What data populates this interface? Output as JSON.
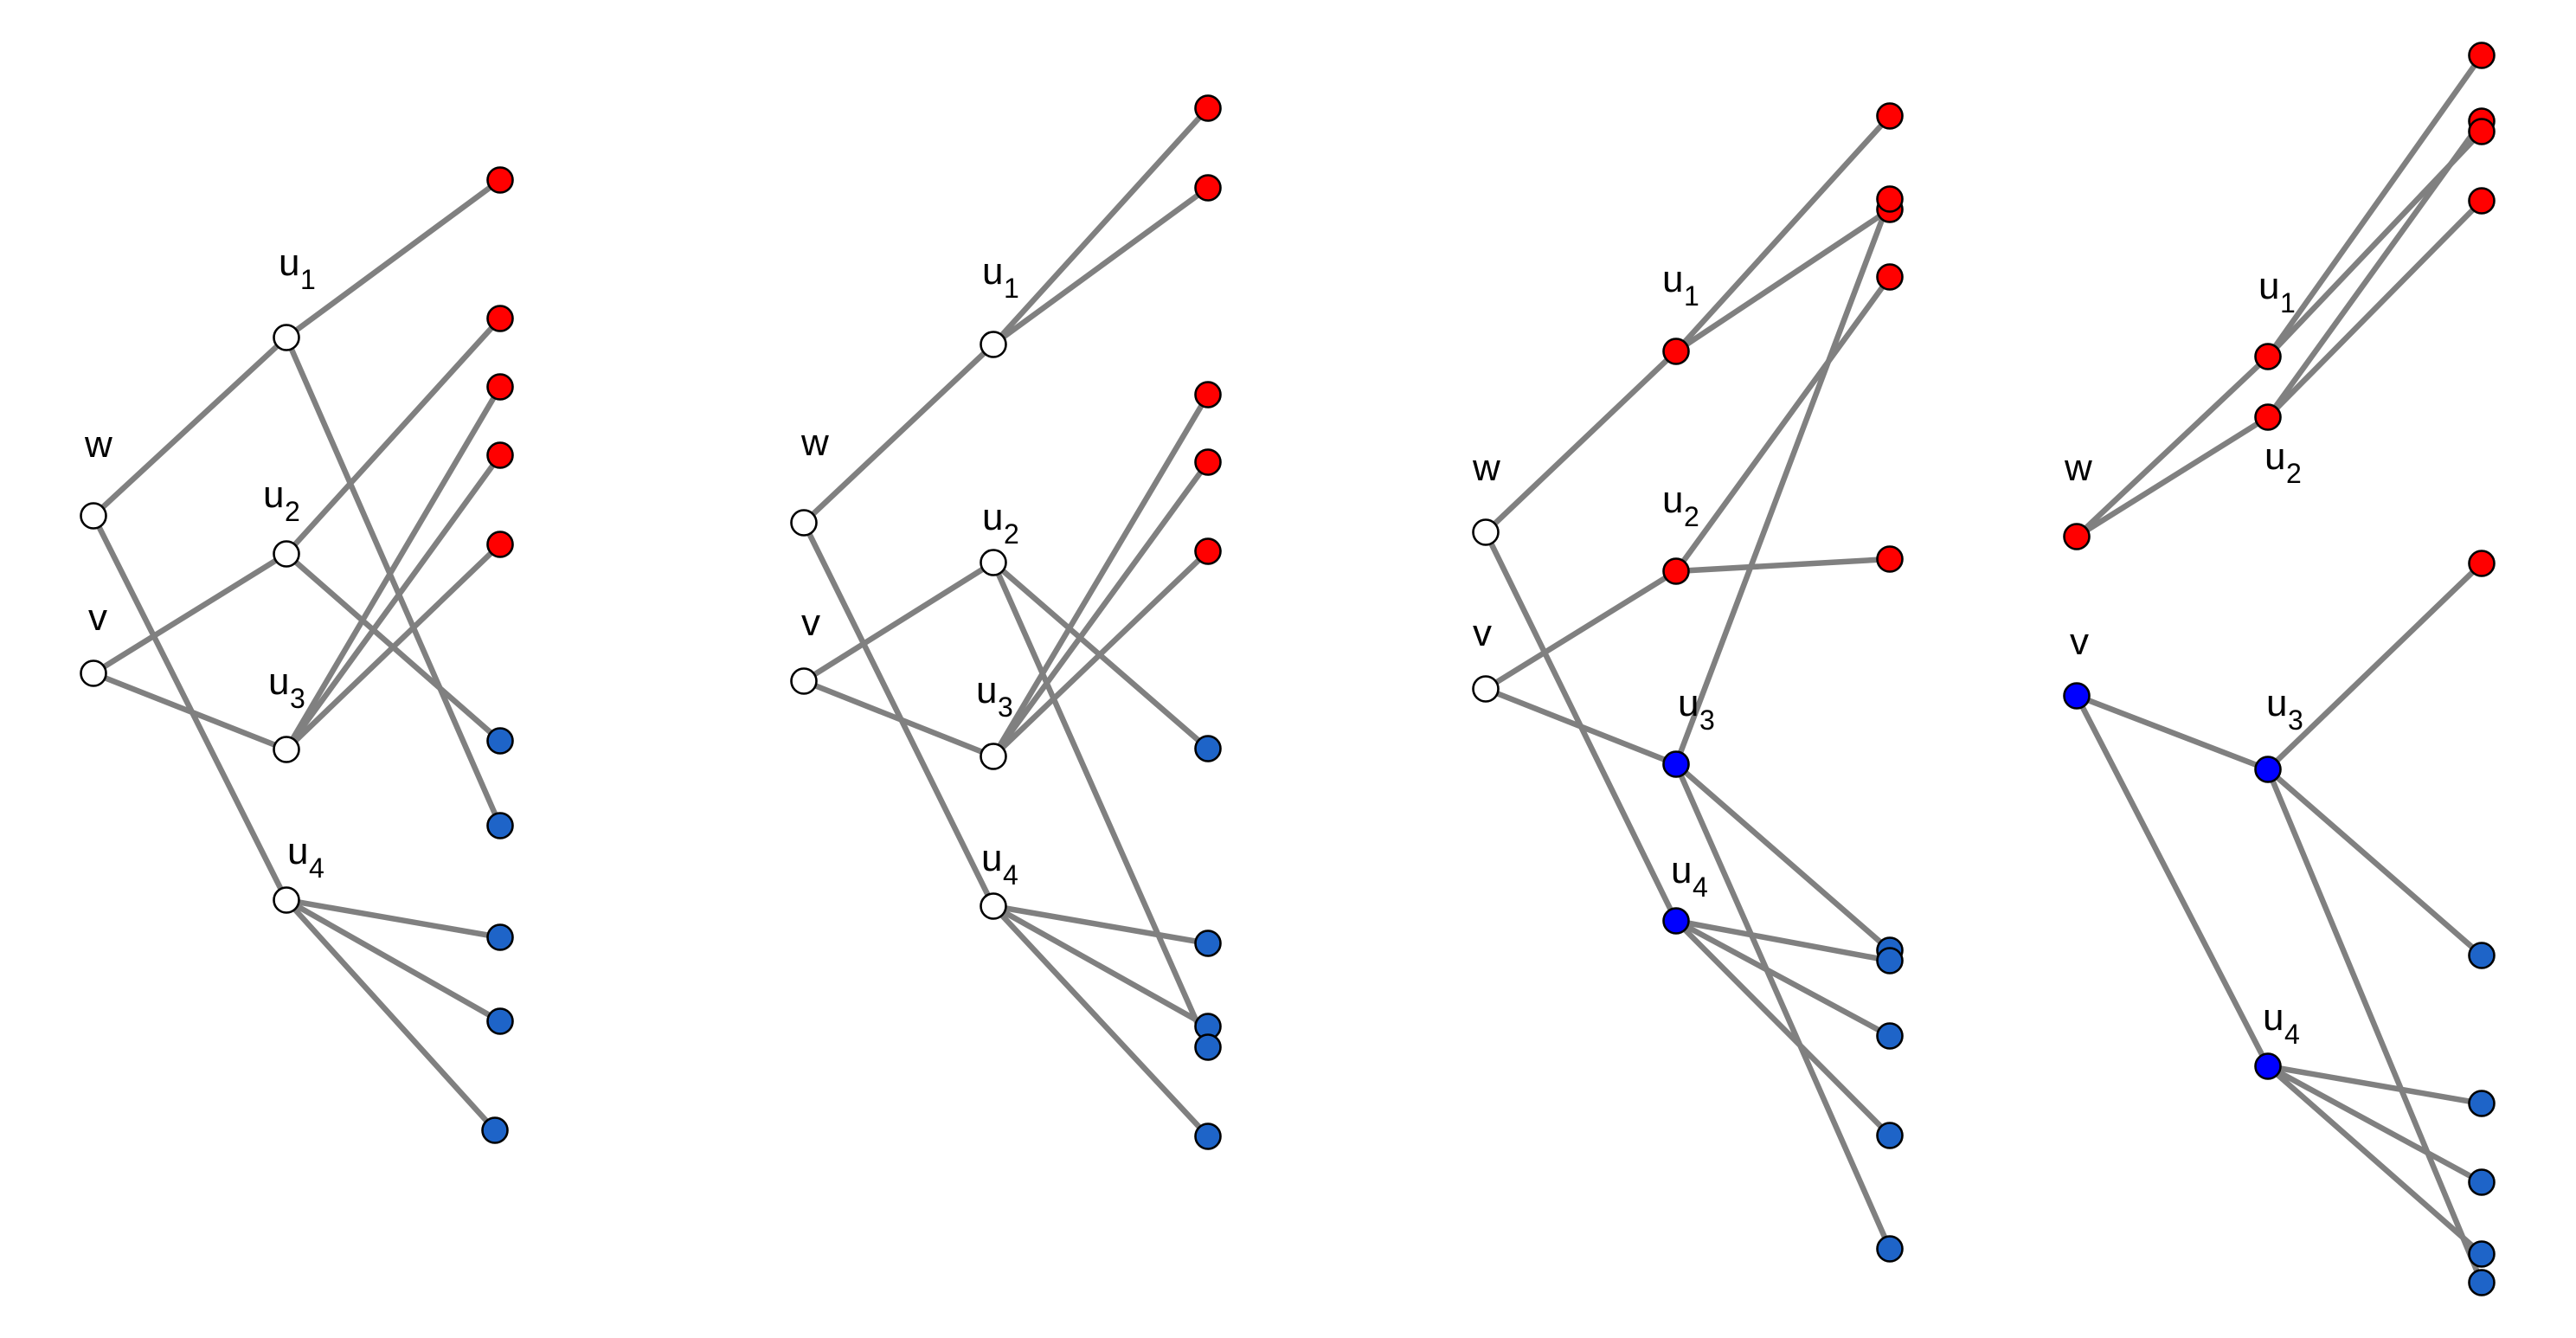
{
  "colors": {
    "edge": "#808080",
    "white": "#ffffff",
    "red": "#ff0000",
    "blue": "#0000ff",
    "steel": "#1e64c8",
    "outline": "#000000"
  },
  "panels": [
    {
      "nodes": [
        {
          "id": "w",
          "fill": "white",
          "label": "w"
        },
        {
          "id": "v",
          "fill": "white",
          "label": "v"
        },
        {
          "id": "u1",
          "fill": "white",
          "label": "u",
          "sub": "1"
        },
        {
          "id": "u2",
          "fill": "white",
          "label": "u",
          "sub": "2"
        },
        {
          "id": "u3",
          "fill": "white",
          "label": "u",
          "sub": "3"
        },
        {
          "id": "u4",
          "fill": "white",
          "label": "u",
          "sub": "4"
        },
        {
          "id": "r1",
          "fill": "red"
        },
        {
          "id": "r2",
          "fill": "red"
        },
        {
          "id": "r3",
          "fill": "red"
        },
        {
          "id": "r4",
          "fill": "red"
        },
        {
          "id": "r5",
          "fill": "red"
        },
        {
          "id": "b1",
          "fill": "steel"
        },
        {
          "id": "b2",
          "fill": "steel"
        },
        {
          "id": "b3",
          "fill": "steel"
        },
        {
          "id": "b4",
          "fill": "steel"
        },
        {
          "id": "b5",
          "fill": "steel"
        }
      ],
      "edges": [
        [
          "w",
          "u1"
        ],
        [
          "w",
          "u4"
        ],
        [
          "v",
          "u2"
        ],
        [
          "v",
          "u3"
        ],
        [
          "u1",
          "r1"
        ],
        [
          "u1",
          "b2"
        ],
        [
          "u2",
          "r2"
        ],
        [
          "u2",
          "b1"
        ],
        [
          "u3",
          "r3"
        ],
        [
          "u3",
          "r4"
        ],
        [
          "u3",
          "r5"
        ],
        [
          "u4",
          "b3"
        ],
        [
          "u4",
          "b4"
        ],
        [
          "u4",
          "b5"
        ]
      ]
    },
    {
      "nodes": [
        {
          "id": "w",
          "fill": "white",
          "label": "w"
        },
        {
          "id": "v",
          "fill": "white",
          "label": "v"
        },
        {
          "id": "u1",
          "fill": "white",
          "label": "u",
          "sub": "1"
        },
        {
          "id": "u2",
          "fill": "white",
          "label": "u",
          "sub": "2"
        },
        {
          "id": "u3",
          "fill": "white",
          "label": "u",
          "sub": "3"
        },
        {
          "id": "u4",
          "fill": "white",
          "label": "u",
          "sub": "4"
        },
        {
          "id": "r1",
          "fill": "red"
        },
        {
          "id": "r2",
          "fill": "red"
        },
        {
          "id": "r3",
          "fill": "red"
        },
        {
          "id": "r4",
          "fill": "red"
        },
        {
          "id": "r5",
          "fill": "red"
        },
        {
          "id": "b1",
          "fill": "steel"
        },
        {
          "id": "b2",
          "fill": "steel"
        },
        {
          "id": "b3",
          "fill": "steel"
        },
        {
          "id": "b4",
          "fill": "steel"
        },
        {
          "id": "b5",
          "fill": "steel"
        }
      ],
      "edges": [
        [
          "w",
          "u1"
        ],
        [
          "w",
          "u4"
        ],
        [
          "v",
          "u2"
        ],
        [
          "v",
          "u3"
        ],
        [
          "u1",
          "r1"
        ],
        [
          "u1",
          "r2"
        ],
        [
          "u2",
          "b1"
        ],
        [
          "u2",
          "b4"
        ],
        [
          "u3",
          "r3"
        ],
        [
          "u3",
          "r4"
        ],
        [
          "u3",
          "r5"
        ],
        [
          "u4",
          "b2"
        ],
        [
          "u4",
          "b3"
        ],
        [
          "u4",
          "b5"
        ]
      ]
    },
    {
      "nodes": [
        {
          "id": "w",
          "fill": "white",
          "label": "w"
        },
        {
          "id": "v",
          "fill": "white",
          "label": "v"
        },
        {
          "id": "u1",
          "fill": "red",
          "label": "u",
          "sub": "1"
        },
        {
          "id": "u2",
          "fill": "red",
          "label": "u",
          "sub": "2"
        },
        {
          "id": "u3",
          "fill": "blue",
          "label": "u",
          "sub": "3"
        },
        {
          "id": "u4",
          "fill": "blue",
          "label": "u",
          "sub": "4"
        },
        {
          "id": "r1",
          "fill": "red"
        },
        {
          "id": "r2",
          "fill": "red"
        },
        {
          "id": "r3",
          "fill": "red"
        },
        {
          "id": "r4",
          "fill": "red"
        },
        {
          "id": "r5",
          "fill": "red"
        },
        {
          "id": "b1",
          "fill": "steel"
        },
        {
          "id": "b2",
          "fill": "steel"
        },
        {
          "id": "b3",
          "fill": "steel"
        },
        {
          "id": "b4",
          "fill": "steel"
        },
        {
          "id": "b5",
          "fill": "steel"
        }
      ],
      "edges": [
        [
          "w",
          "u1"
        ],
        [
          "w",
          "u4"
        ],
        [
          "v",
          "u2"
        ],
        [
          "v",
          "u3"
        ],
        [
          "u1",
          "r1"
        ],
        [
          "u1",
          "r2"
        ],
        [
          "u2",
          "r3"
        ],
        [
          "u2",
          "r4"
        ],
        [
          "u3",
          "r5"
        ],
        [
          "u3",
          "b1"
        ],
        [
          "u3",
          "b5"
        ],
        [
          "u4",
          "b2"
        ],
        [
          "u4",
          "b3"
        ],
        [
          "u4",
          "b4"
        ]
      ]
    },
    {
      "nodes": [
        {
          "id": "w",
          "fill": "red",
          "label": "w"
        },
        {
          "id": "v",
          "fill": "blue",
          "label": "v"
        },
        {
          "id": "u1",
          "fill": "red",
          "label": "u",
          "sub": "1"
        },
        {
          "id": "u2",
          "fill": "red",
          "label": "u",
          "sub": "2"
        },
        {
          "id": "u3",
          "fill": "blue",
          "label": "u",
          "sub": "3"
        },
        {
          "id": "u4",
          "fill": "blue",
          "label": "u",
          "sub": "4"
        },
        {
          "id": "r1",
          "fill": "red"
        },
        {
          "id": "r2",
          "fill": "red"
        },
        {
          "id": "r3",
          "fill": "red"
        },
        {
          "id": "r4",
          "fill": "red"
        },
        {
          "id": "r5",
          "fill": "red"
        },
        {
          "id": "b1",
          "fill": "steel"
        },
        {
          "id": "b2",
          "fill": "steel"
        },
        {
          "id": "b3",
          "fill": "steel"
        },
        {
          "id": "b4",
          "fill": "steel"
        },
        {
          "id": "b5",
          "fill": "steel"
        }
      ],
      "edges": [
        [
          "w",
          "u1"
        ],
        [
          "w",
          "u2"
        ],
        [
          "v",
          "u3"
        ],
        [
          "v",
          "u4"
        ],
        [
          "u1",
          "r1"
        ],
        [
          "u1",
          "r3"
        ],
        [
          "u2",
          "r2"
        ],
        [
          "u2",
          "r4"
        ],
        [
          "u3",
          "r5"
        ],
        [
          "u3",
          "b1"
        ],
        [
          "u3",
          "b5"
        ],
        [
          "u4",
          "b2"
        ],
        [
          "u4",
          "b3"
        ],
        [
          "u4",
          "b4"
        ]
      ]
    }
  ]
}
